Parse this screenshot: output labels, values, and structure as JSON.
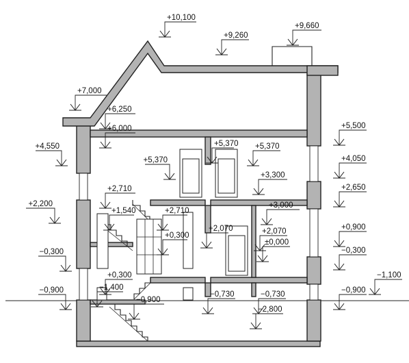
{
  "section": {
    "levels": [
      {
        "id": "roof-ridge",
        "text": "+10,100"
      },
      {
        "id": "roof-top",
        "text": "+9,260"
      },
      {
        "id": "chimney-top",
        "text": "+9,660"
      },
      {
        "id": "eave-left",
        "text": "+7,000"
      },
      {
        "id": "eave-inner",
        "text": "+6,250"
      },
      {
        "id": "attic-floor",
        "text": "+6,000"
      },
      {
        "id": "left-window-top",
        "text": "+4,550"
      },
      {
        "id": "right-5500",
        "text": "+5,500"
      },
      {
        "id": "door-top-left",
        "text": "+5,370"
      },
      {
        "id": "door-top-mid",
        "text": "+5,370"
      },
      {
        "id": "door-top-right",
        "text": "+5,370"
      },
      {
        "id": "right-4050",
        "text": "+4,050"
      },
      {
        "id": "second-floor",
        "text": "+3,300"
      },
      {
        "id": "stair-2710",
        "text": "+2,710"
      },
      {
        "id": "right-2650",
        "text": "+2,650"
      },
      {
        "id": "left-2200",
        "text": "+2,200"
      },
      {
        "id": "landing-3000",
        "text": "+3,000"
      },
      {
        "id": "landing-1540",
        "text": "+1,540"
      },
      {
        "id": "window-2710",
        "text": "+2,710"
      },
      {
        "id": "door-2070-left",
        "text": "+2,070"
      },
      {
        "id": "door-2070-right",
        "text": "+2,070"
      },
      {
        "id": "right-0900",
        "text": "+0,900"
      },
      {
        "id": "stair-0300",
        "text": "+0,300"
      },
      {
        "id": "ground-floor",
        "text": "±0,000"
      },
      {
        "id": "left-minus-0300",
        "text": "−0,300"
      },
      {
        "id": "right-minus-0300",
        "text": "−0,300"
      },
      {
        "id": "stair-0300-low",
        "text": "+0,300"
      },
      {
        "id": "grade-right",
        "text": "−1,100"
      },
      {
        "id": "landing-1400",
        "text": "−1,400"
      },
      {
        "id": "left-minus-0900",
        "text": "−0,900"
      },
      {
        "id": "mid-minus-0900",
        "text": "−0,900"
      },
      {
        "id": "basement-0730-left",
        "text": "−0,730"
      },
      {
        "id": "basement-0730-right",
        "text": "−0,730"
      },
      {
        "id": "right-minus-0900",
        "text": "−0,900"
      },
      {
        "id": "basement-floor",
        "text": "−2,800"
      }
    ]
  }
}
